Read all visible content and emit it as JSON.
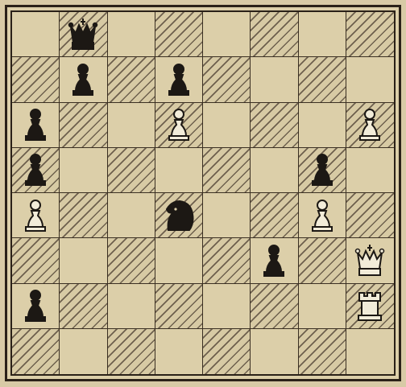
{
  "colors": {
    "board_bg": "#dccfa9",
    "hatch": "#6d604d",
    "black_piece": "#1c1814",
    "white_piece": "#f2ecd9"
  },
  "board": {
    "rows": [
      [
        null,
        "bK",
        null,
        null,
        null,
        null,
        null,
        null
      ],
      [
        null,
        "bP",
        null,
        "bP",
        null,
        null,
        null,
        null
      ],
      [
        "bP",
        null,
        null,
        "wP",
        null,
        null,
        null,
        "wP"
      ],
      [
        "bP",
        null,
        null,
        null,
        null,
        null,
        "bP",
        null
      ],
      [
        "wP",
        null,
        null,
        "bN",
        null,
        null,
        "wP",
        null
      ],
      [
        null,
        null,
        null,
        null,
        null,
        "bP",
        null,
        "wK"
      ],
      [
        "bP",
        null,
        null,
        null,
        null,
        null,
        null,
        "wR"
      ],
      [
        null,
        null,
        null,
        null,
        null,
        null,
        null,
        null
      ]
    ]
  }
}
